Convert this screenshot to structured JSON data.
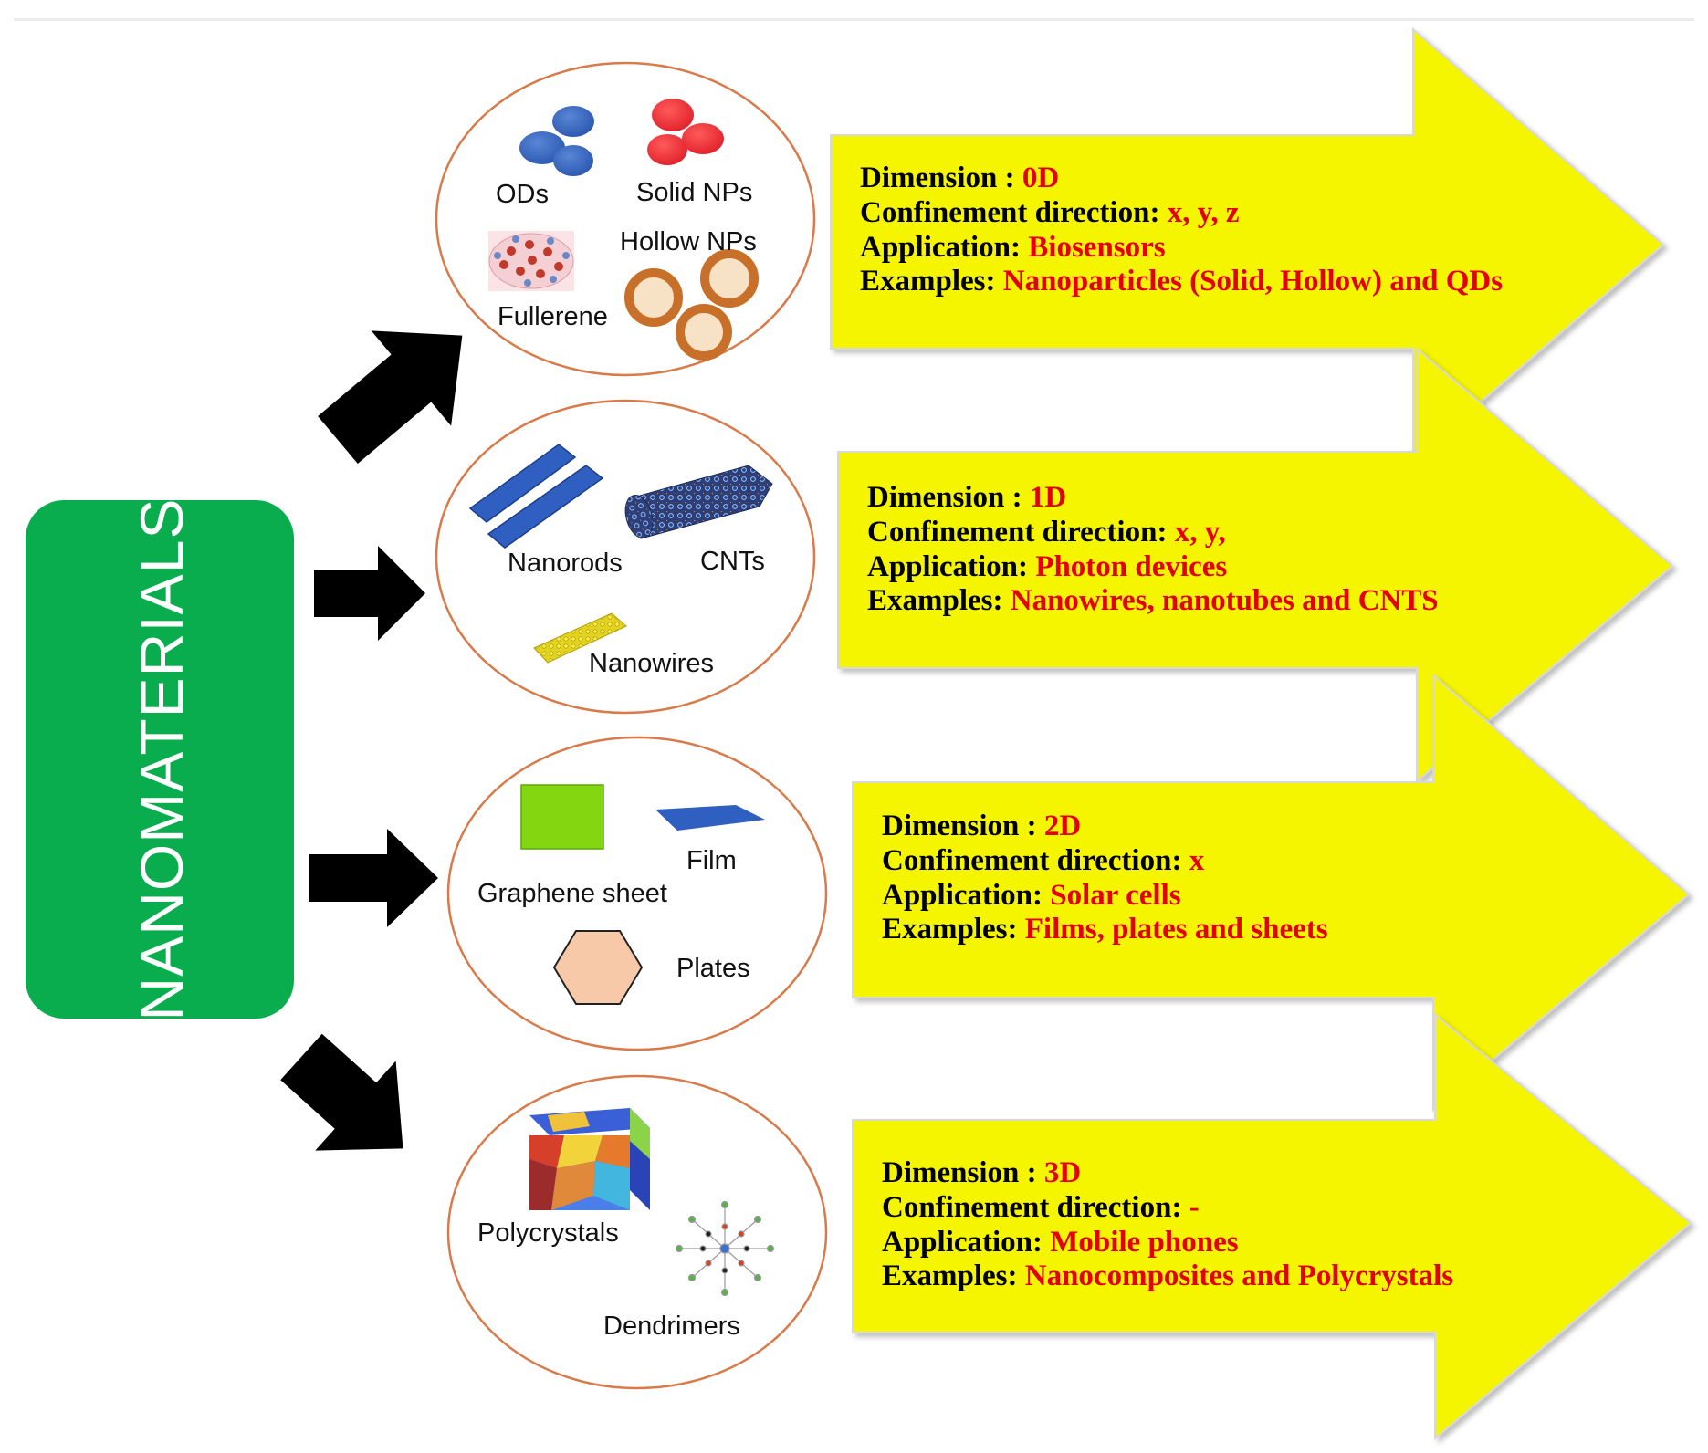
{
  "title": "NANOMATERIALS",
  "colors": {
    "title_box": "#0aad4e",
    "arrow_fill": "#f5f500",
    "value_red": "#e3000b",
    "circle_stroke": "#d97a4a",
    "pointer_black": "#000000"
  },
  "field_labels": {
    "dimension": "Dimension : ",
    "confinement": "Confinement direction: ",
    "application": "Application: ",
    "examples": "Examples: "
  },
  "rows": [
    {
      "dimension": "0D",
      "confinement": "x, y, z",
      "application": "Biosensors",
      "examples": "Nanoparticles (Solid, Hollow) and QDs",
      "items": [
        "ODs",
        "Solid NPs",
        "Hollow NPs",
        "Fullerene"
      ]
    },
    {
      "dimension": "1D",
      "confinement": "x, y,",
      "application": "Photon devices",
      "examples": "Nanowires, nanotubes and CNTS",
      "items": [
        "Nanorods",
        "CNTs",
        "Nanowires"
      ]
    },
    {
      "dimension": "2D",
      "confinement": "x",
      "application": "Solar cells",
      "examples": "Films, plates and sheets",
      "items": [
        "Film",
        "Graphene sheet",
        "Plates"
      ]
    },
    {
      "dimension": "3D",
      "confinement": "-",
      "application": "Mobile phones",
      "examples": "Nanocomposites and Polycrystals",
      "items": [
        "Polycrystals",
        "Dendrimers"
      ]
    }
  ]
}
